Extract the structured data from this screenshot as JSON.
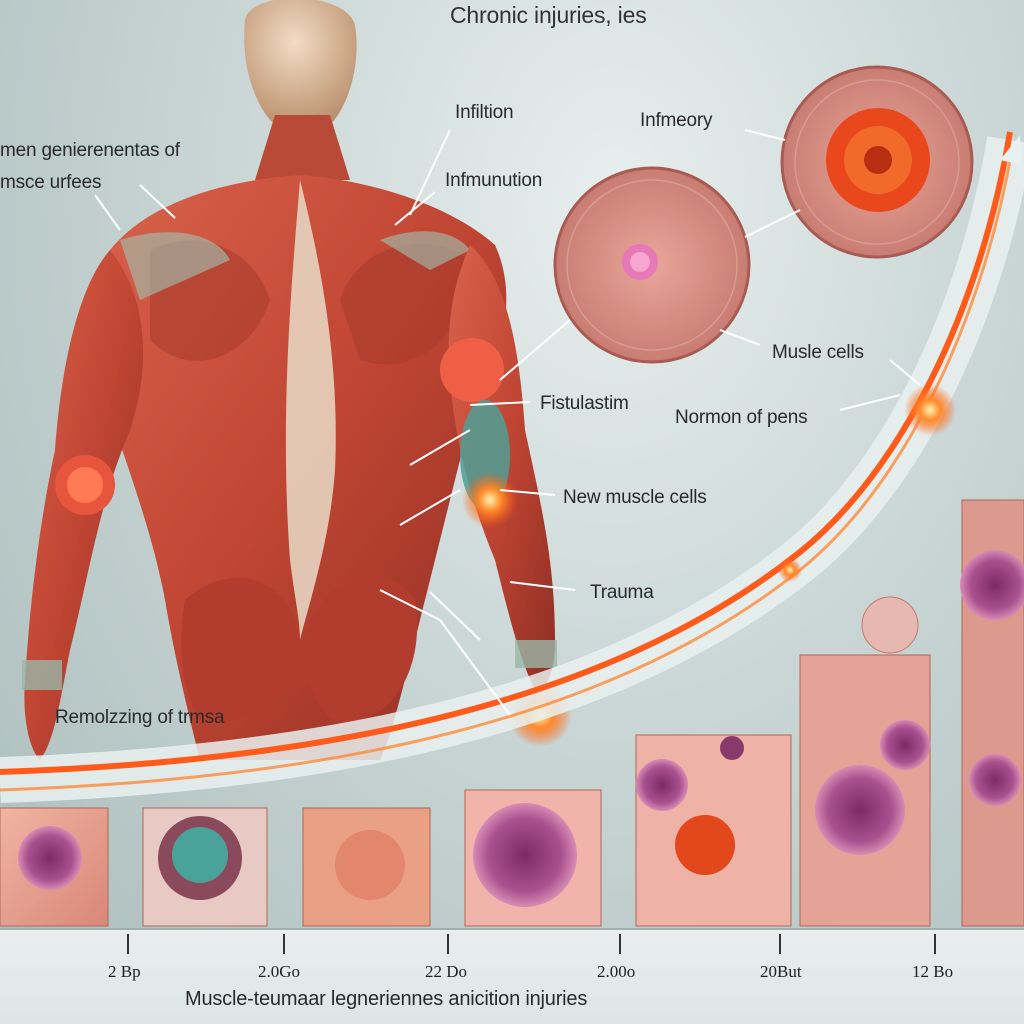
{
  "title": "Chronic injuries, ies",
  "labels": {
    "muscle_injuries": [
      "men genierenentas of",
      "msce urfees"
    ],
    "infiltion": "Infiltion",
    "infmunution": "Infmunution",
    "infmeory": "Infmeory",
    "muscle_cells": "Musle cells",
    "normon_of_pens": "Normon of pens",
    "fistulastim": "Fistulastim",
    "new_muscle_cells": "New muscle cells",
    "trauma": "Trauma",
    "remodeling": "Remolzzing of trmsa"
  },
  "timeline": {
    "ticks": [
      "2 Bp",
      "2.0Go",
      "22 Do",
      "2.00o",
      "20But",
      "12 Bo"
    ],
    "caption": "Muscle-teumaar legneriennes anicition injuries"
  },
  "colors": {
    "muscle": "#c4493a",
    "inflammation": "#ff6a1a",
    "cell_purple": "#a04a86",
    "cell_teal": "#4aa39a"
  }
}
